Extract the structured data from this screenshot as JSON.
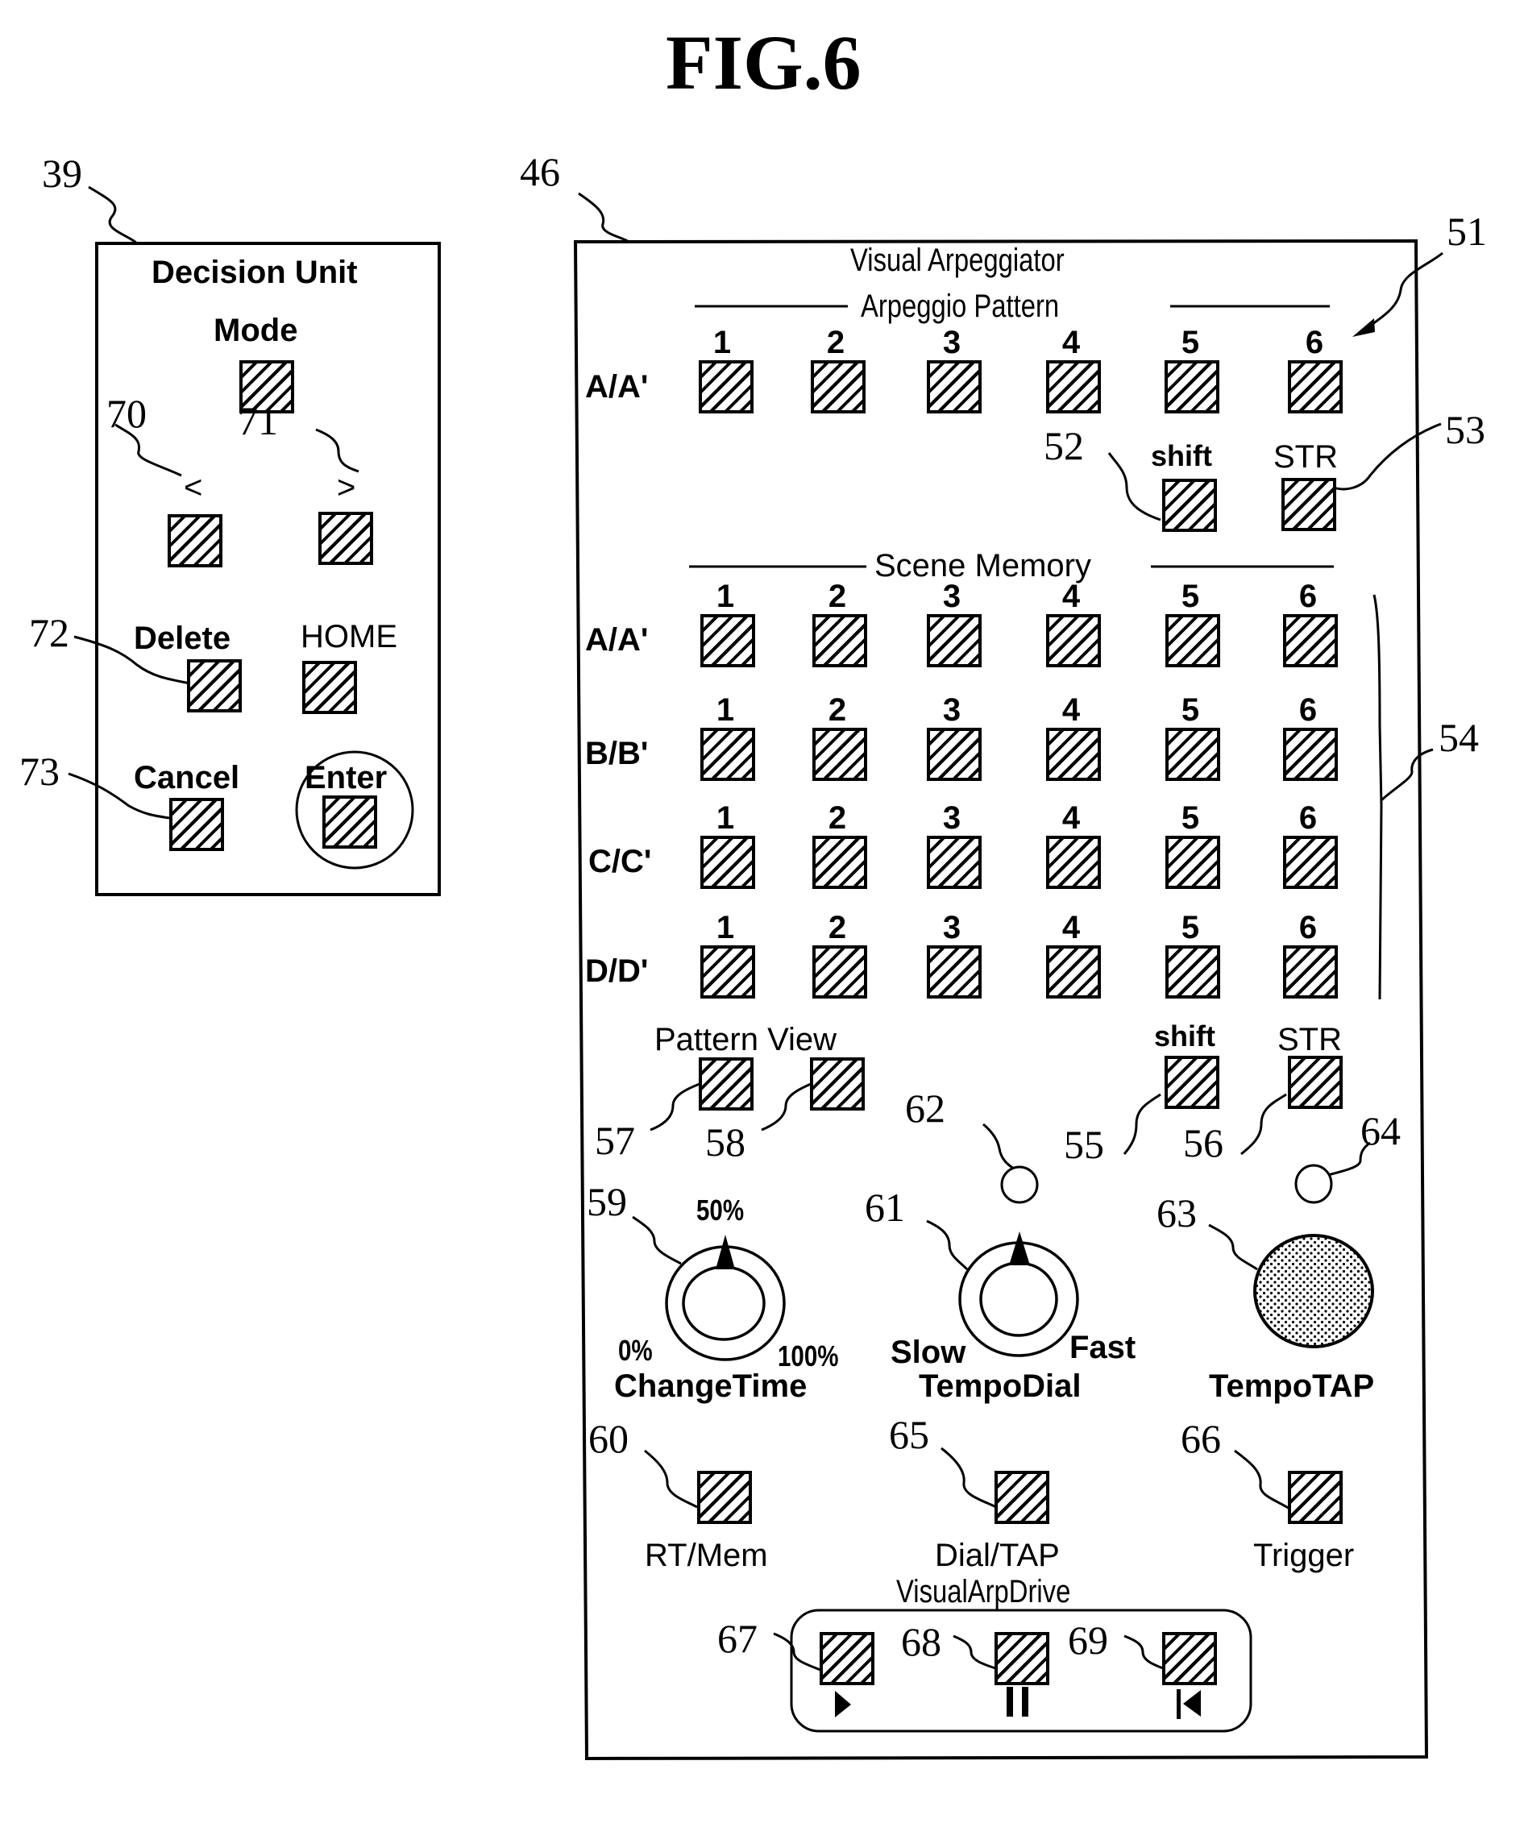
{
  "figure": {
    "title": "FIG.6"
  },
  "decision_unit": {
    "ref": "39",
    "title": "Decision Unit",
    "mode_label": "Mode",
    "prev_symbol": "<",
    "next_symbol": ">",
    "prev_ref": "70",
    "next_ref": "71",
    "delete_label": "Delete",
    "delete_ref": "72",
    "home_label": "HOME",
    "cancel_label": "Cancel",
    "cancel_ref": "73",
    "enter_label": "Enter"
  },
  "visual_arpeggiator": {
    "ref": "46",
    "title": "Visual Arpeggiator",
    "arpeggio_pattern": {
      "ref": "51",
      "heading": "Arpeggio Pattern",
      "row_label": "A/A'",
      "columns": [
        "1",
        "2",
        "3",
        "4",
        "5",
        "6"
      ],
      "shift_label": "shift",
      "shift_ref": "52",
      "str_label": "STR",
      "str_ref": "53"
    },
    "scene_memory": {
      "ref": "54",
      "heading": "Scene Memory",
      "columns": [
        "1",
        "2",
        "3",
        "4",
        "5",
        "6"
      ],
      "rows": [
        {
          "label": "A/A'"
        },
        {
          "label": "B/B'"
        },
        {
          "label": "C/C'"
        },
        {
          "label": "D/D'"
        }
      ],
      "shift_label": "shift",
      "shift_ref": "55",
      "str_label": "STR",
      "str_ref": "56"
    },
    "pattern_view": {
      "label": "Pattern View",
      "pattern_ref": "57",
      "view_ref": "58"
    },
    "change_time": {
      "ref": "59",
      "label": "ChangeTime",
      "min_label": "0%",
      "mid_label": "50%",
      "max_label": "100%",
      "value_percent": 50
    },
    "tempo_dial": {
      "ref": "61",
      "label": "TempoDial",
      "min_label": "Slow",
      "max_label": "Fast",
      "value_percent": 50,
      "led_ref": "62"
    },
    "tempo_tap": {
      "ref": "63",
      "label": "TempoTAP",
      "led_ref": "64"
    },
    "rt_mem": {
      "ref": "60",
      "label": "RT/Mem"
    },
    "dial_tap": {
      "ref": "65",
      "label": "Dial/TAP"
    },
    "trigger": {
      "ref": "66",
      "label": "Trigger"
    },
    "drive": {
      "label": "VisualArpDrive",
      "play_ref": "67",
      "pause_ref": "68",
      "rewind_ref": "69",
      "play_icon": "play-icon",
      "pause_icon": "pause-icon",
      "rewind_icon": "skip-to-start-icon"
    }
  }
}
